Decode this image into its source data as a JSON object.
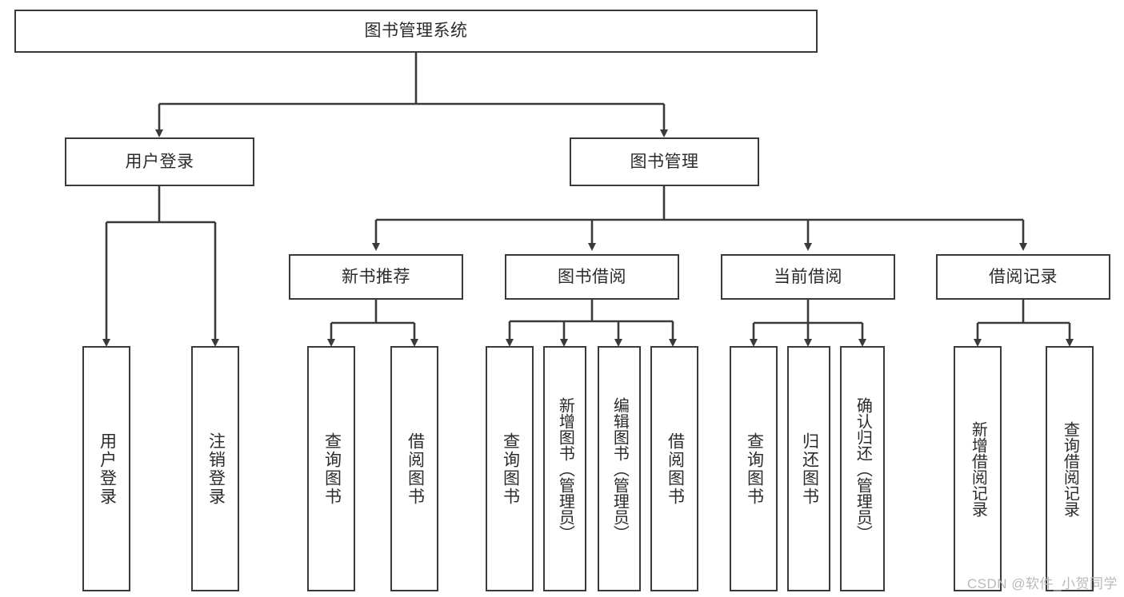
{
  "diagram": {
    "title": "图书管理系统",
    "type": "tree-hierarchy-chart",
    "watermark": "CSDN @软件_小贺同学",
    "colors": {
      "stroke": "#3a3a3a",
      "text": "#2b2b2b",
      "background": "#ffffff",
      "watermark": "#b9b9b9"
    },
    "root": {
      "label": "图书管理系统"
    },
    "level2": [
      {
        "label": "用户登录"
      },
      {
        "label": "图书管理"
      }
    ],
    "level3": [
      {
        "label": "新书推荐"
      },
      {
        "label": "图书借阅"
      },
      {
        "label": "当前借阅"
      },
      {
        "label": "借阅记录"
      }
    ],
    "leaves": {
      "user_login": [
        {
          "label": "用户登录"
        },
        {
          "label": "注销登录"
        }
      ],
      "new_book_recommend": [
        {
          "label": "查询图书"
        },
        {
          "label": "借阅图书"
        }
      ],
      "book_borrow": [
        {
          "label": "查询图书"
        },
        {
          "label": "新增图书（管理员）"
        },
        {
          "label": "编辑图书（管理员）"
        },
        {
          "label": "借阅图书"
        }
      ],
      "current_borrow": [
        {
          "label": "查询图书"
        },
        {
          "label": "归还图书"
        },
        {
          "label": "确认归还（管理员）"
        }
      ],
      "borrow_record": [
        {
          "label": "新增借阅记录"
        },
        {
          "label": "查询借阅记录"
        }
      ]
    }
  }
}
